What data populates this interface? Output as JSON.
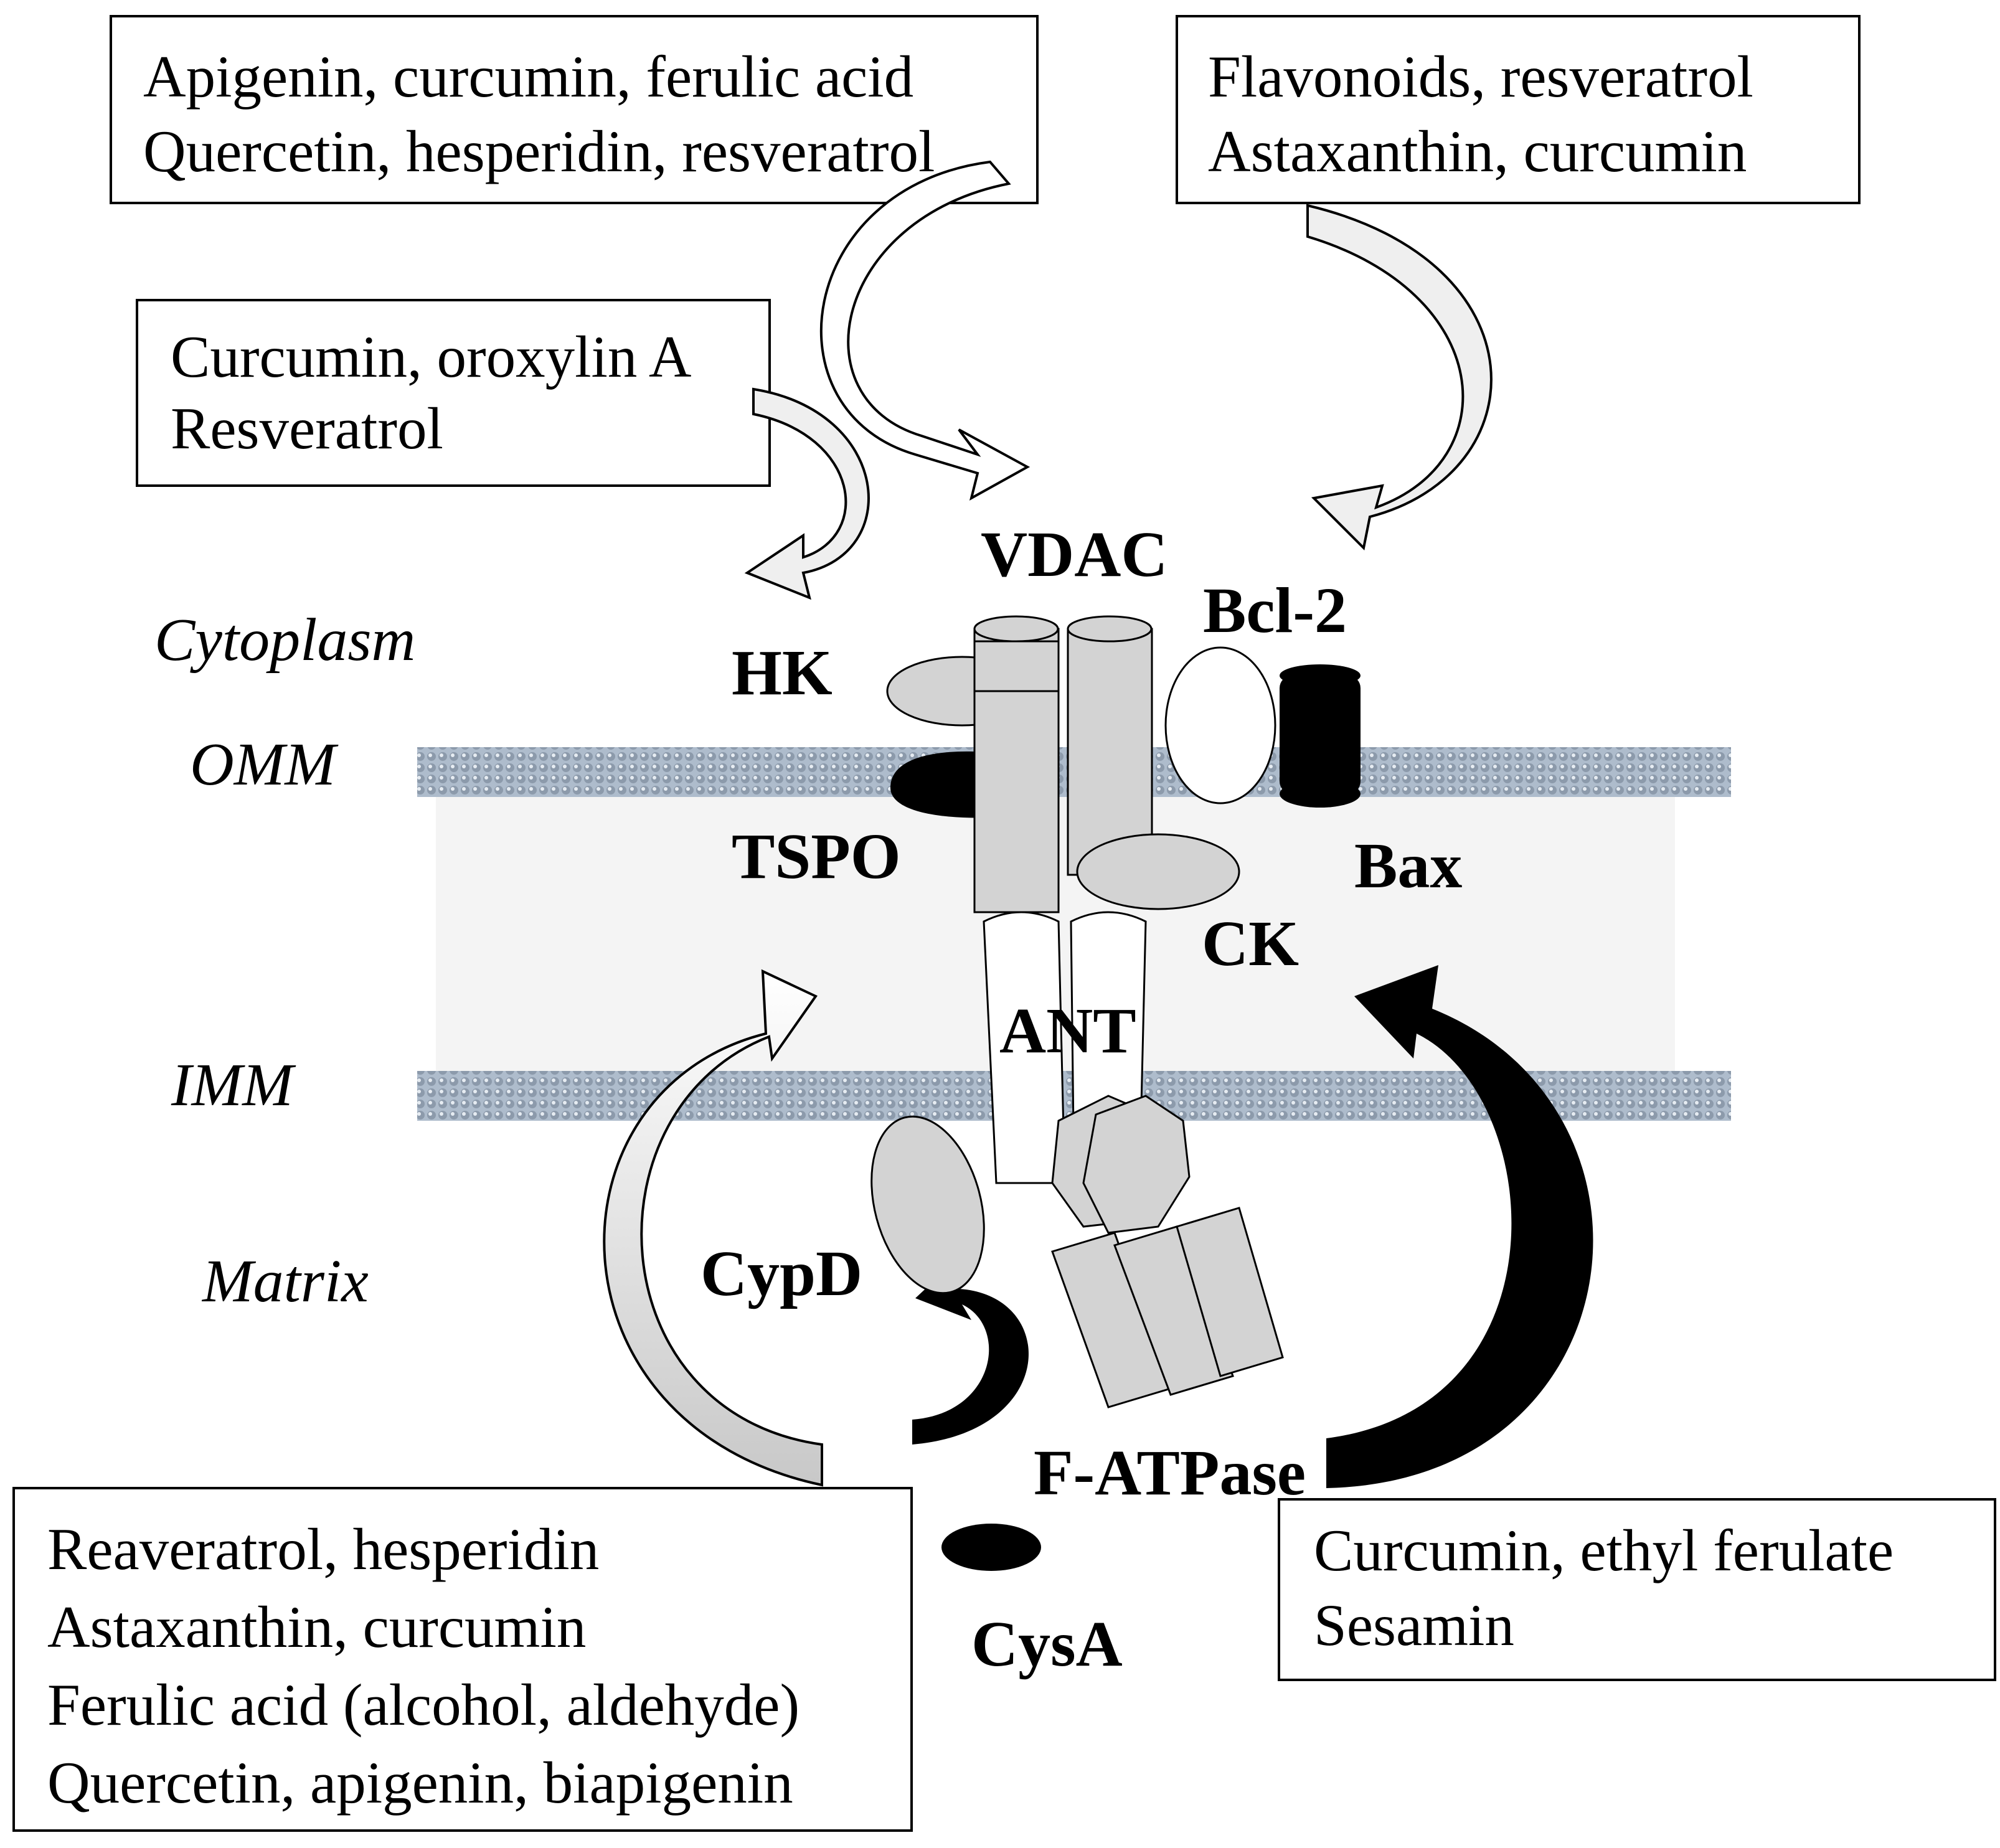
{
  "boxes": {
    "top_left": [
      "Apigenin, curcumin, ferulic acid",
      "Quercetin, hesperidin, resveratrol"
    ],
    "top_right": [
      "Flavonoids, resveratrol",
      "Astaxanthin, curcumin"
    ],
    "middle_left": [
      "Curcumin, oroxylin A",
      "Resveratrol"
    ],
    "bottom_left": [
      "Reaveratrol, hesperidin",
      "Astaxanthin, curcumin",
      "Ferulic acid (alcohol, aldehyde)",
      "Quercetin, apigenin,  biapigenin"
    ],
    "bottom_right": [
      "Curcumin, ethyl ferulate",
      "Sesamin"
    ]
  },
  "regions": {
    "cytoplasm": "Cytoplasm",
    "omm": "OMM",
    "imm": "IMM",
    "matrix": "Matrix"
  },
  "proteins": {
    "vdac": "VDAC",
    "bcl2": "Bcl-2",
    "hk": "HK",
    "tspo": "TSPO",
    "bax": "Bax",
    "ck": "CK",
    "ant": "ANT",
    "cypd": "CypD",
    "fatpase": "F-ATPase",
    "cysa": "CysA"
  },
  "colors": {
    "gray_fill": "#d3d3d3",
    "arrow_light": "#efefef",
    "black": "#000000",
    "membrane": "#a9b8c8",
    "intermembrane": "#f4f4f4"
  }
}
